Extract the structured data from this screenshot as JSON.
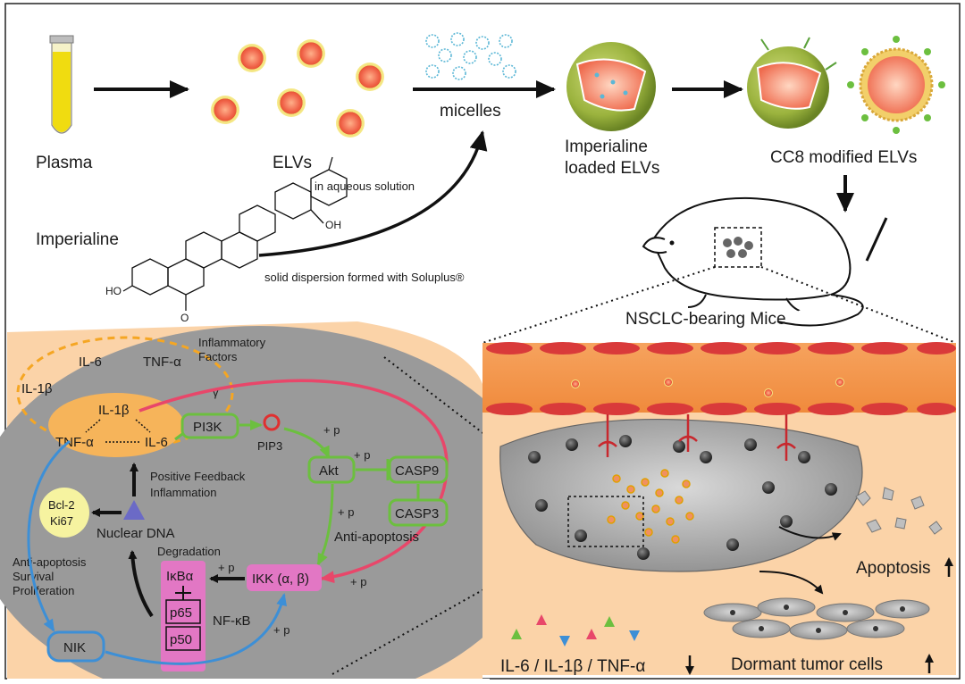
{
  "top": {
    "plasma": "Plasma",
    "elvs": "ELVs",
    "micelles": "micelles",
    "in_aqueous": "in aqueous solution",
    "loaded_line1": "Imperialine",
    "loaded_line2": "loaded ELVs",
    "cc8": "CC8 modified ELVs",
    "imperialine": "Imperialine",
    "solid_dispersion": "solid dispersion formed with Soluplus®",
    "mice": "NSCLC-bearing Mice"
  },
  "chem": {
    "oh_top": "OH",
    "ho_left": "HO",
    "o_bottom": "O"
  },
  "pathway": {
    "il6_outer": "IL-6",
    "tnf_outer": "TNF-α",
    "il1b_outer": "IL-1β",
    "inflammatory": "Inflammatory",
    "factors": "Factors",
    "gamma": "γ",
    "il1b": "IL-1β",
    "tnfa": "TNF-α",
    "il6": "IL-6",
    "pi3k": "PI3K",
    "pip3": "PIP3",
    "plus_p1": "+ p",
    "plus_p2": "+ p",
    "akt": "Akt",
    "casp9": "CASP9",
    "casp3": "CASP3",
    "plus_p3": "+ p",
    "anti_apoptosis_right": "Anti-apoptosis",
    "positive_feedback": "Positive Feedback",
    "inflammation": "Inflammation",
    "bcl2": "Bcl-2",
    "ki67": "Ki67",
    "nuclear_dna": "Nuclear DNA",
    "degradation": "Degradation",
    "ikba": "IκBα",
    "plus_p4": "+ p",
    "ikk": "IKK (α, β)",
    "plus_p5": "+ p",
    "p65": "p65",
    "p50": "p50",
    "nfkb": "NF-κB",
    "plus_p6": "+ p",
    "anti_apop_left": "Anti-apoptosis",
    "survival": "Survival",
    "proliferation": "Proliferation",
    "nik": "NIK"
  },
  "tumor": {
    "apoptosis": "Apoptosis",
    "dormant": "Dormant tumor cells",
    "cytokines": "IL-6 / IL-1β / TNF-α"
  },
  "colors": {
    "orange": "#f5a623",
    "red_arrow": "#e8476a",
    "green_box": "#6cbf3f",
    "blue_box": "#3d8fd6",
    "pink_box": "#e277c4",
    "cell_gray": "#9a9a9a",
    "peach": "#fbd3a8"
  }
}
